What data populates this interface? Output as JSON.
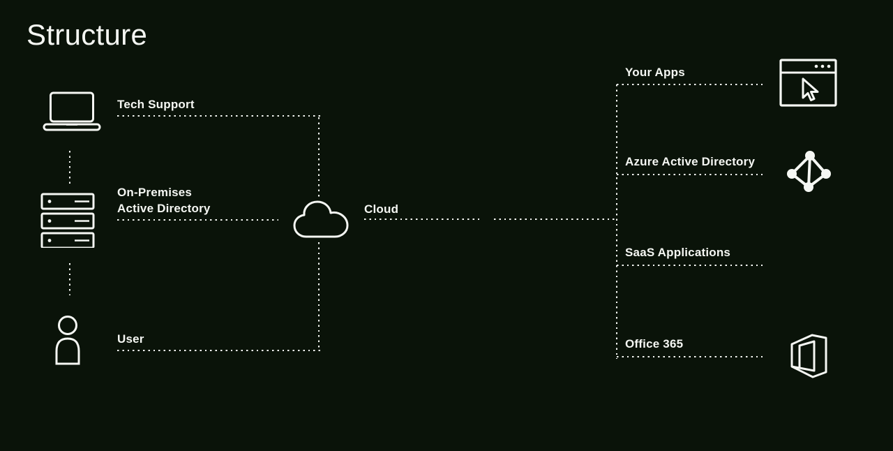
{
  "title": "Structure",
  "colors": {
    "background": "#0a1309",
    "foreground": "#f5f7f3"
  },
  "nodes": {
    "left": [
      {
        "label": "Tech Support",
        "icon": "laptop-icon"
      },
      {
        "label": "On-Premises\nActive Directory",
        "icon": "server-icon"
      },
      {
        "label": "User",
        "icon": "user-icon"
      }
    ],
    "center": {
      "label": "Cloud",
      "icon": "cloud-icon"
    },
    "right": [
      {
        "label": "Your Apps",
        "icon": "browser-window-icon"
      },
      {
        "label": "Azure Active Directory",
        "icon": "azure-active-directory-icon"
      },
      {
        "label": "SaaS Applications",
        "icon": ""
      },
      {
        "label": "Office 365",
        "icon": "office-365-icon"
      }
    ]
  }
}
